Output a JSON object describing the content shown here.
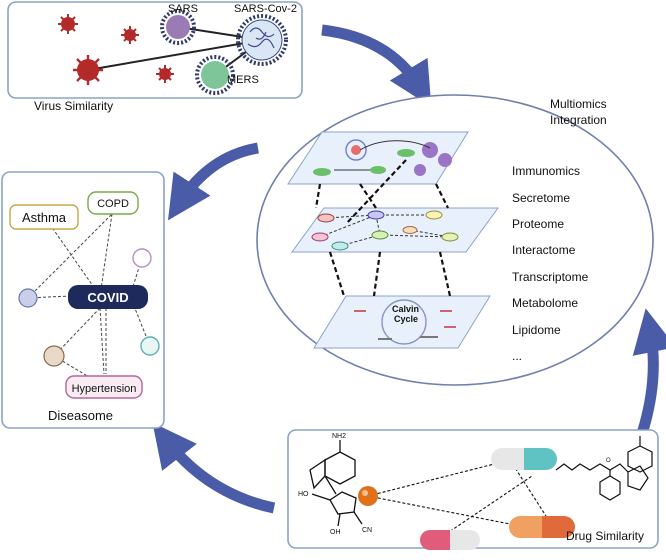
{
  "virus_panel": {
    "caption": "Virus Similarity",
    "labels": {
      "sars": "SARS",
      "sars_cov2": "SARS-Cov-2",
      "mers": "MERS"
    }
  },
  "multiomics": {
    "title_line1": "Multiomics",
    "title_line2": "Integration",
    "layers": [
      "Immunomics",
      "Secretome",
      "Proteome",
      "Interactome",
      "Transcriptome",
      "Metabolome",
      "Lipidome",
      "..."
    ],
    "calvin_line1": "Calvin",
    "calvin_line2": "Cycle"
  },
  "diseasome": {
    "caption": "Diseasome",
    "center": "COVID",
    "nodes": {
      "asthma": "Asthma",
      "copd": "COPD",
      "hypertension": "Hypertension"
    }
  },
  "drug_panel": {
    "caption": "Drug Similarity",
    "mol_labels": {
      "nh2": "NH2",
      "ho": "HO",
      "oh": "OH",
      "cn": "CN",
      "o": "O"
    }
  },
  "colors": {
    "arrow": "#4a5ba8",
    "panel_border": "#8aa3c9",
    "covid_fill": "#1f2a5c",
    "virus_red": "#b22a2a",
    "sars_purple": "#9a7bb5",
    "mers_green": "#7fc59a",
    "layer_fill": "#e8f1fb",
    "orange": "#e0711c"
  }
}
